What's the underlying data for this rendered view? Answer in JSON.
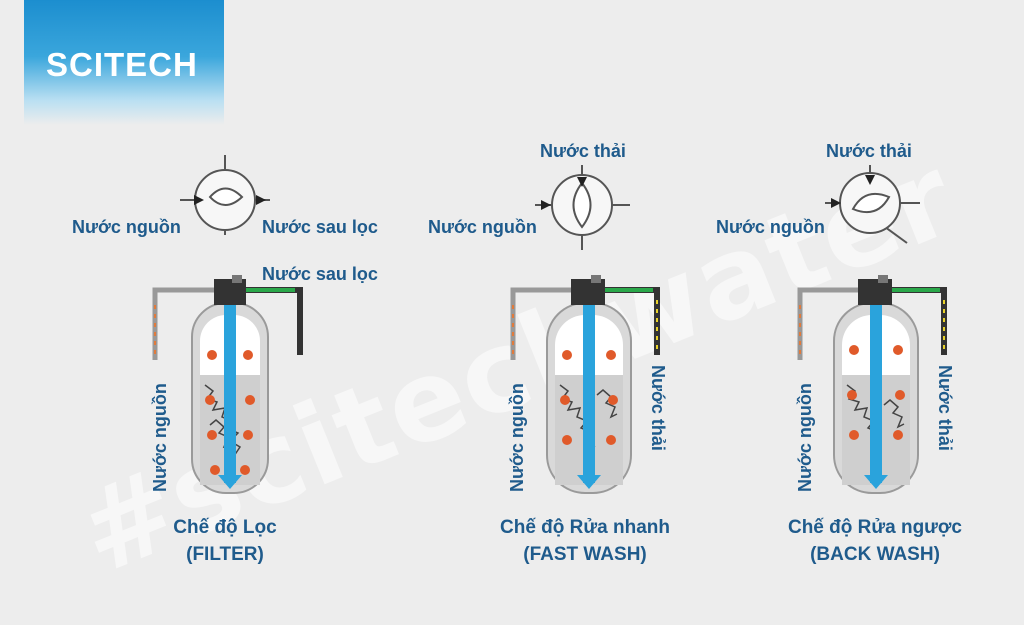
{
  "brand": {
    "name": "SCITECH"
  },
  "watermark": {
    "text": "#scitechwater"
  },
  "modes": [
    {
      "valve_left": "Nước nguồn",
      "valve_right": "Nước sau lọc",
      "pipe_label": "Nước sau lọc",
      "side_left": "Nước nguồn",
      "caption_line1": "Chế độ Lọc",
      "caption_line2": "(FILTER)"
    },
    {
      "valve_top": "Nước thải",
      "valve_left": "Nước nguồn",
      "side_left": "Nước nguồn",
      "side_right": "Nước thải",
      "caption_line1": "Chế độ Rửa nhanh",
      "caption_line2": "(FAST WASH)"
    },
    {
      "valve_top": "Nước thải",
      "valve_left": "Nước nguồn",
      "side_left": "Nước nguồn",
      "side_right": "Nước thải",
      "caption_line1": "Chế độ Rửa ngược",
      "caption_line2": "(BACK WASH)"
    }
  ]
}
